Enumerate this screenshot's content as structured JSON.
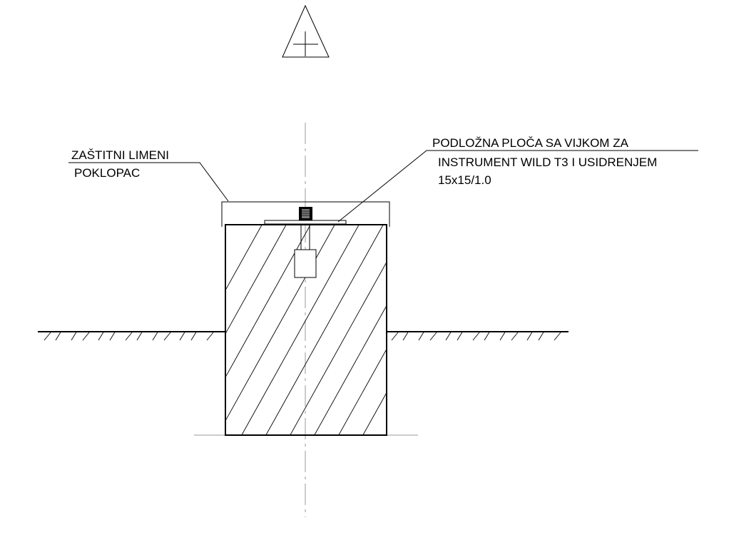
{
  "labels": {
    "cover_line1": "ZAŠTITNI LIMENI",
    "cover_line2": "POKLOPAC",
    "plate_line1": "PODLOŽNA PLOČA SA VIJKOM ZA",
    "plate_line2": "INSTRUMENT WILD T3 I USIDRENJEM",
    "plate_line3": "15x15/1.0"
  },
  "colors": {
    "line": "#000000",
    "axis": "#999999",
    "background": "#ffffff"
  },
  "icons": {
    "survey_point_symbol": "triangle-with-cross-icon"
  }
}
